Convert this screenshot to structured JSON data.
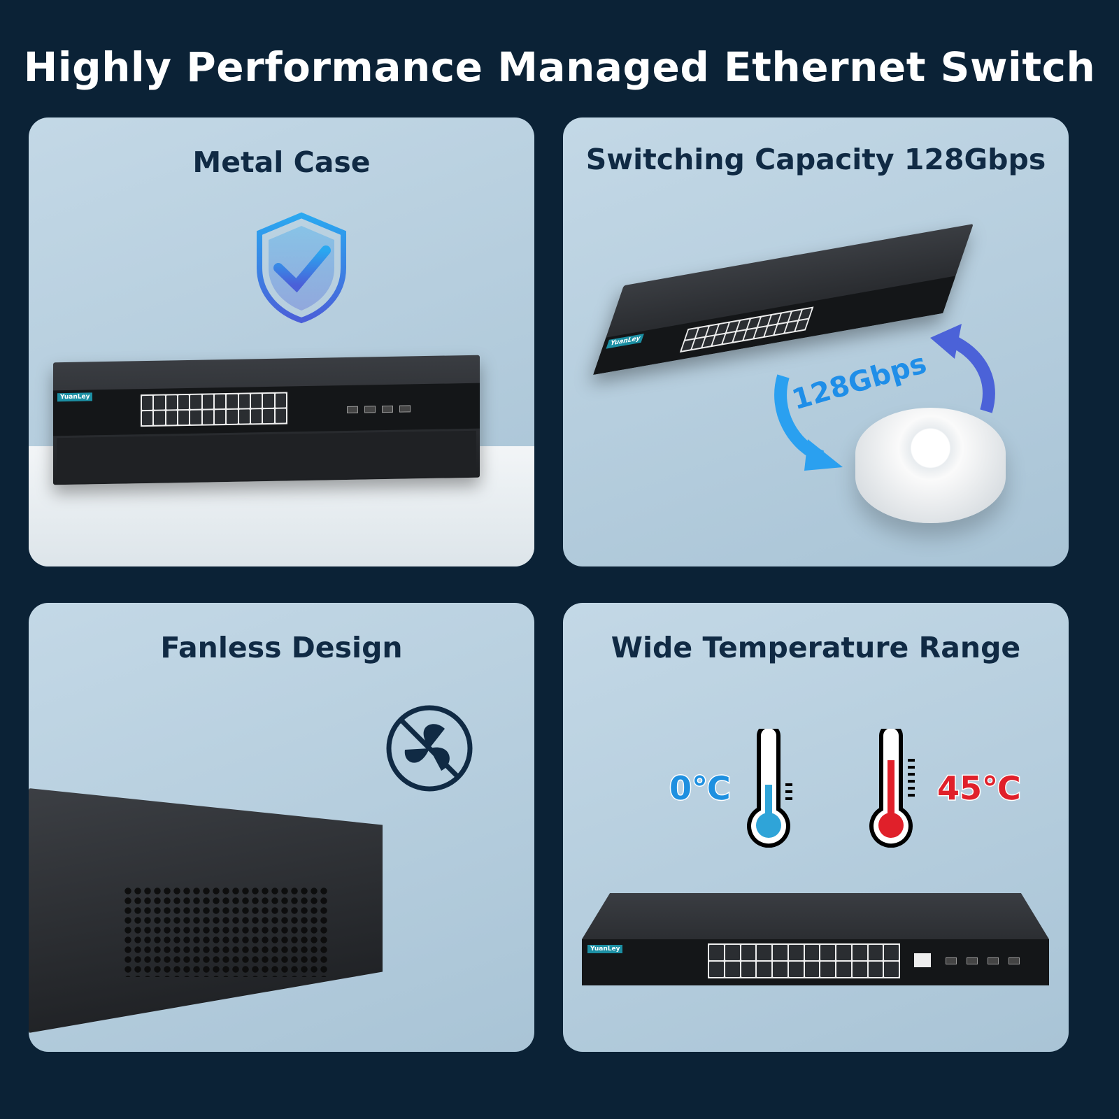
{
  "header": {
    "title": "Highly Performance Managed Ethernet Switch"
  },
  "panels": [
    {
      "title": "Metal Case",
      "icon": "shield-check-icon"
    },
    {
      "title": "Switching Capacity 128Gbps",
      "badge": "128Gbps",
      "icon": "circular-arrows-icon"
    },
    {
      "title": "Fanless Design",
      "icon": "no-fan-icon"
    },
    {
      "title": "Wide Temperature Range",
      "low": "0℃",
      "high": "45℃",
      "icon": "thermometer-icon"
    }
  ],
  "brand": {
    "logo": "YuanLey"
  },
  "colors": {
    "background": "#0b2236",
    "panel": "#b8d0e0",
    "title": "#102a44",
    "cold": "#1e90e0",
    "hot": "#e0202a"
  }
}
